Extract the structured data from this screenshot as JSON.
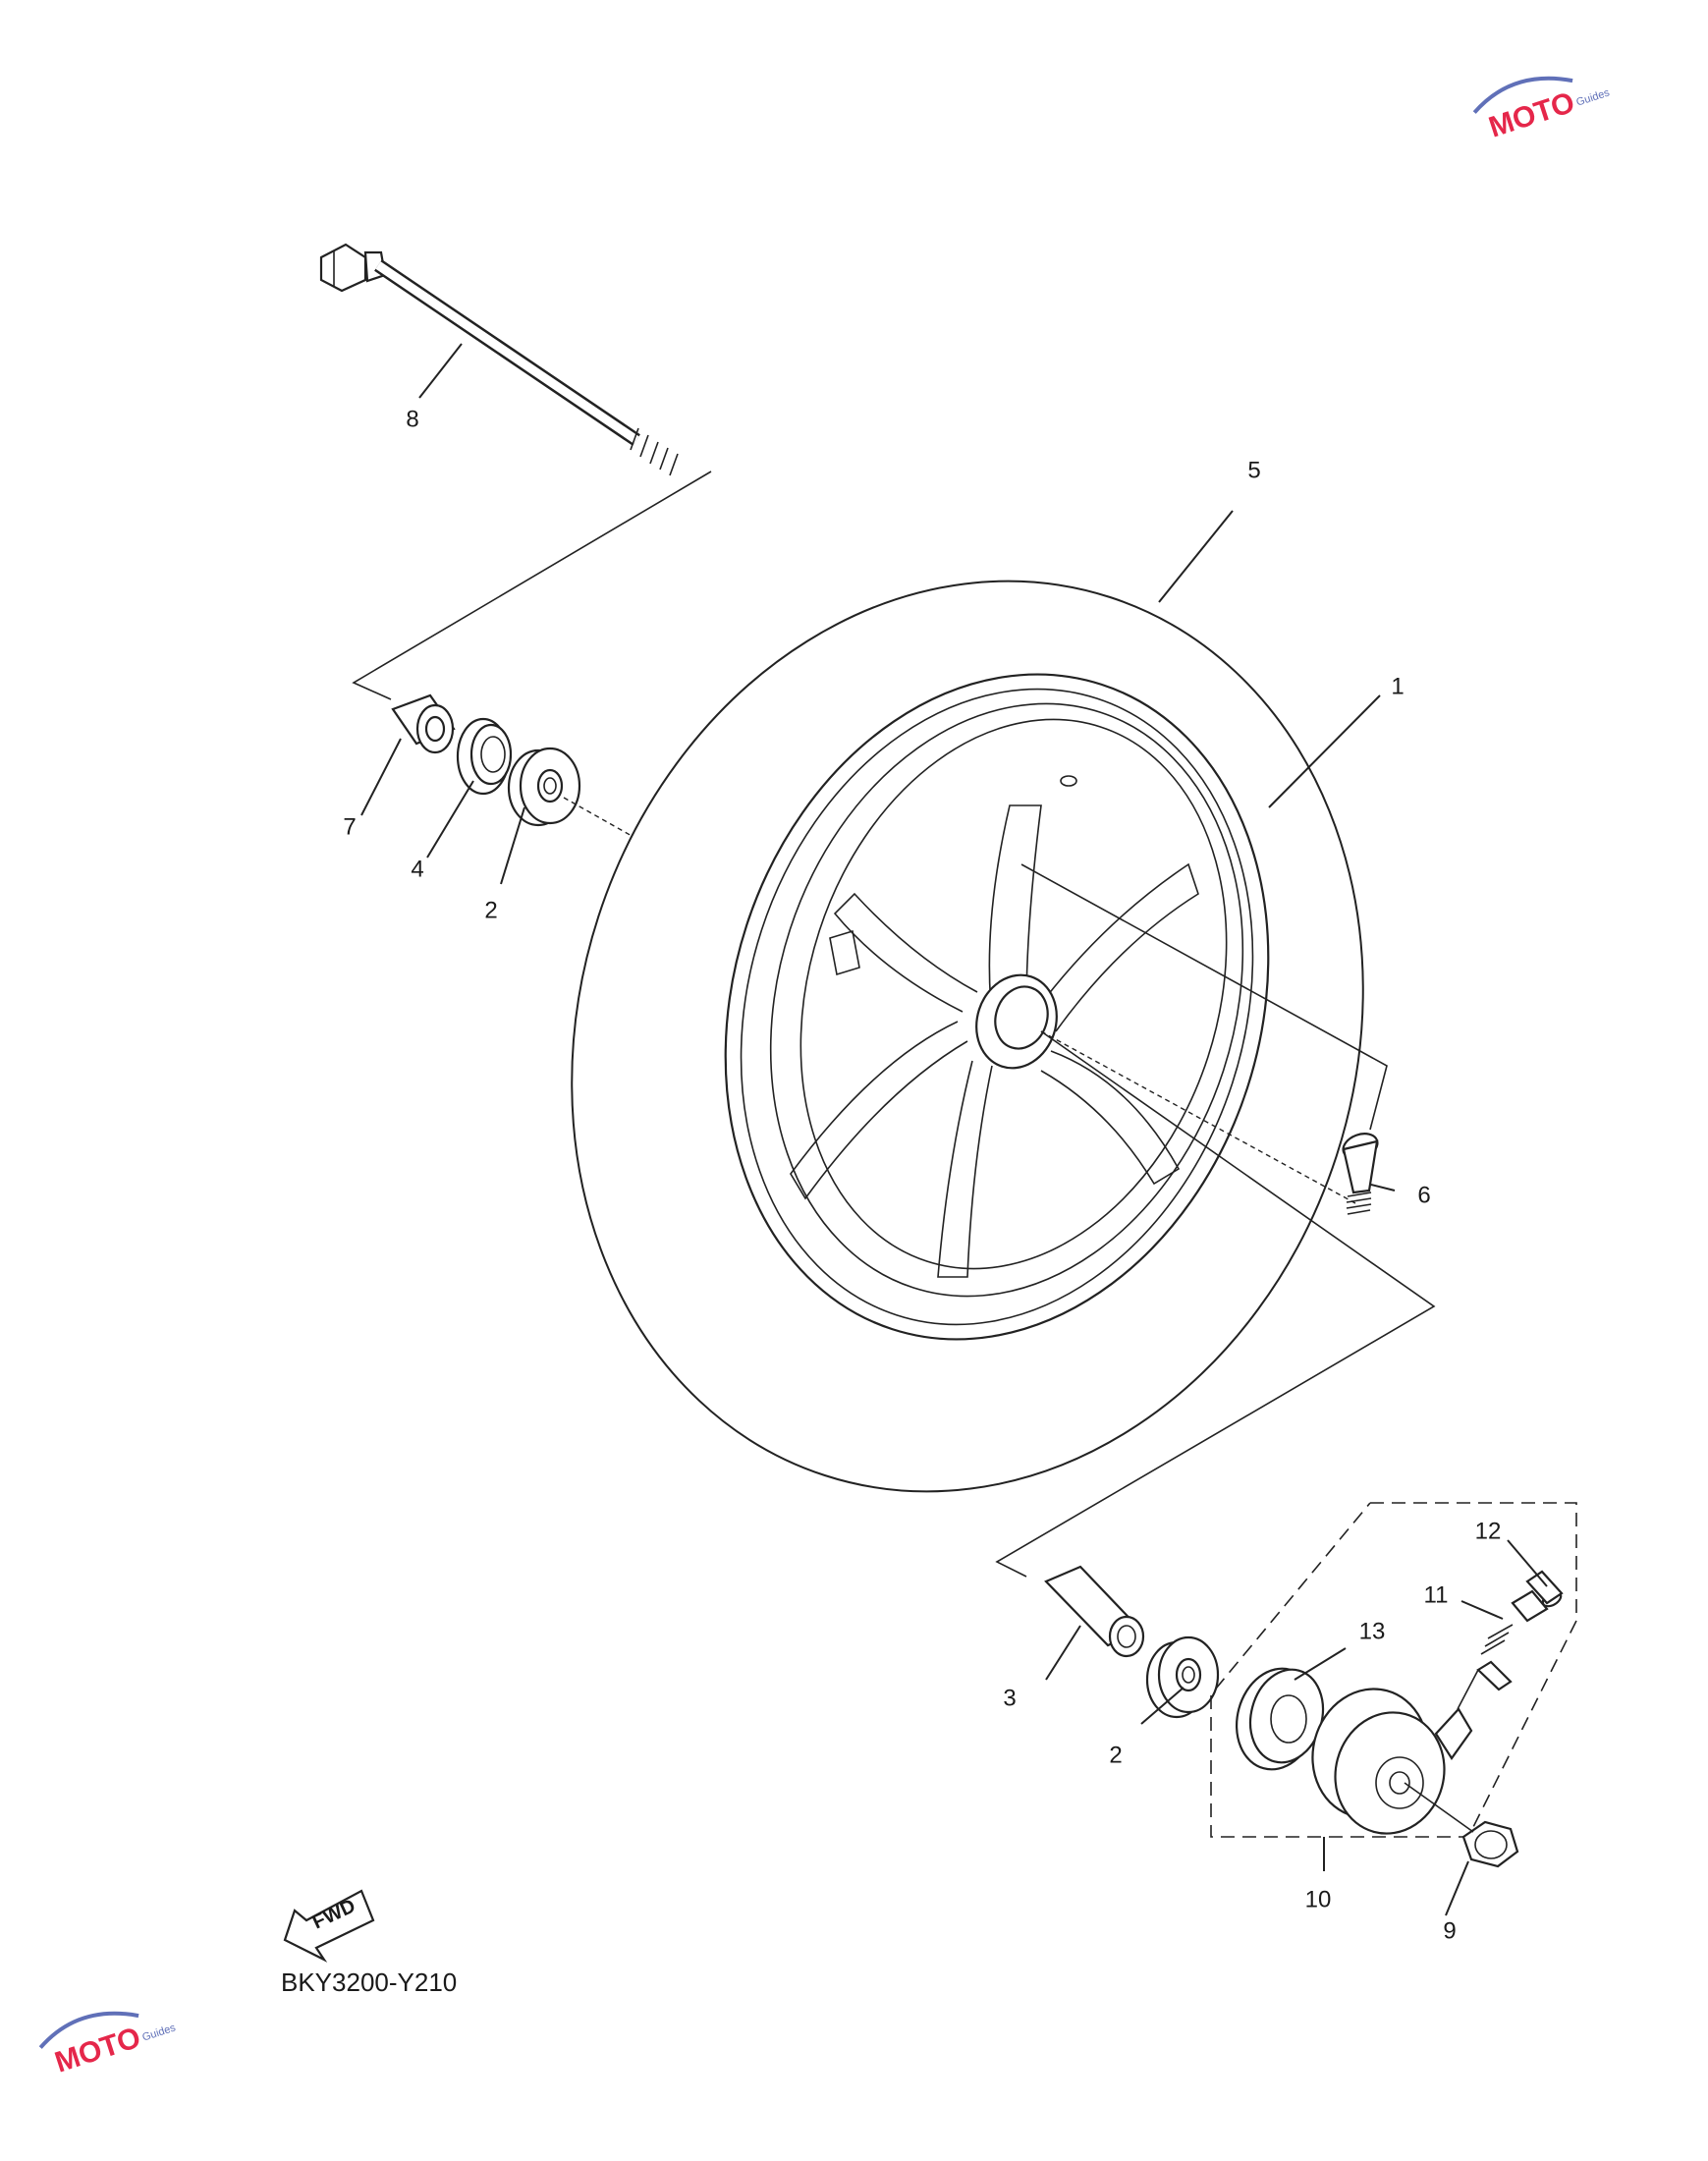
{
  "diagram_code": "BKY3200-Y210",
  "fwd_label": "FWD",
  "watermark": {
    "brand": "MOTO",
    "tagline": "Guides",
    "brand_color": "#e5274a",
    "swoosh_color": "#6070b8"
  },
  "callouts": [
    {
      "id": "1",
      "label": "1"
    },
    {
      "id": "2a",
      "label": "2"
    },
    {
      "id": "2b",
      "label": "2"
    },
    {
      "id": "3",
      "label": "3"
    },
    {
      "id": "4",
      "label": "4"
    },
    {
      "id": "5",
      "label": "5"
    },
    {
      "id": "6",
      "label": "6"
    },
    {
      "id": "7",
      "label": "7"
    },
    {
      "id": "8",
      "label": "8"
    },
    {
      "id": "9",
      "label": "9"
    },
    {
      "id": "10",
      "label": "10"
    },
    {
      "id": "11",
      "label": "11"
    },
    {
      "id": "12",
      "label": "12"
    },
    {
      "id": "13",
      "label": "13"
    }
  ]
}
